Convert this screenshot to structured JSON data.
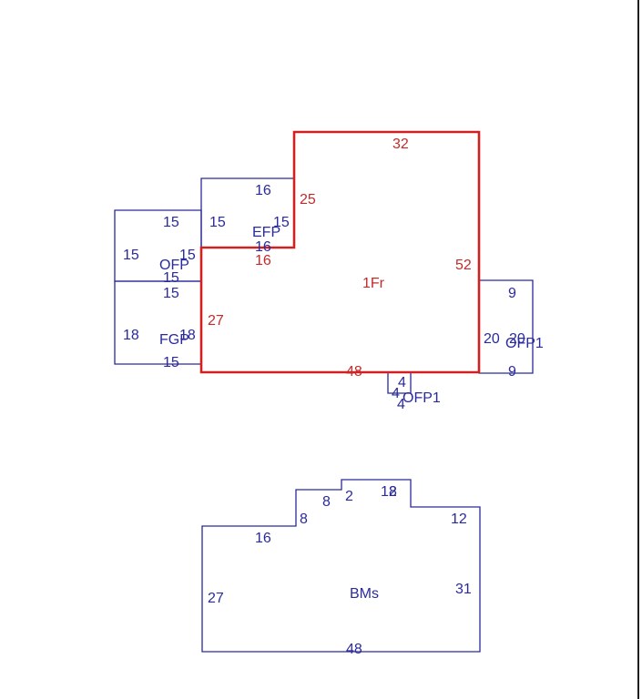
{
  "colors": {
    "addition_outline": "#2a2a9c",
    "main_outline": "#d02020",
    "text_blue": "#2a2a9c",
    "text_red": "#c32a2a"
  },
  "areas": {
    "main_floor": "1Fr",
    "efp": "EFP",
    "ofp_left": "OFP",
    "fgp": "FGP",
    "ofp1_right": "OFP1",
    "ofp1_bottom": "OFP1",
    "basement": "BMs"
  },
  "dims": {
    "main_top": "32",
    "main_left_upper": "25",
    "main_right": "52",
    "main_step": "16",
    "main_left_lower": "27",
    "main_bottom": "48",
    "efp_top": "16",
    "efp_left": "15",
    "efp_right": "15",
    "efp_bottom": "16",
    "ofp_top": "15",
    "ofp_left": "15",
    "ofp_right": "15",
    "ofp_bottom": "15",
    "fgp_top": "15",
    "fgp_left": "18",
    "fgp_right": "18",
    "fgp_bottom": "15",
    "ofp1r_top": "9",
    "ofp1r_left": "20",
    "ofp1r_right": "20",
    "ofp1r_bottom": "9",
    "ofp1b_top": "4",
    "ofp1b_left": "4",
    "ofp1b_bottom": "4",
    "bm_left_top": "16",
    "bm_step1_vert": "8",
    "bm_step1_top": "8",
    "bm_step2_vert": "2",
    "bm_top": "12",
    "bm_step3_vert": "8",
    "bm_right_top": "12",
    "bm_right": "31",
    "bm_left": "27",
    "bm_bottom": "48"
  }
}
